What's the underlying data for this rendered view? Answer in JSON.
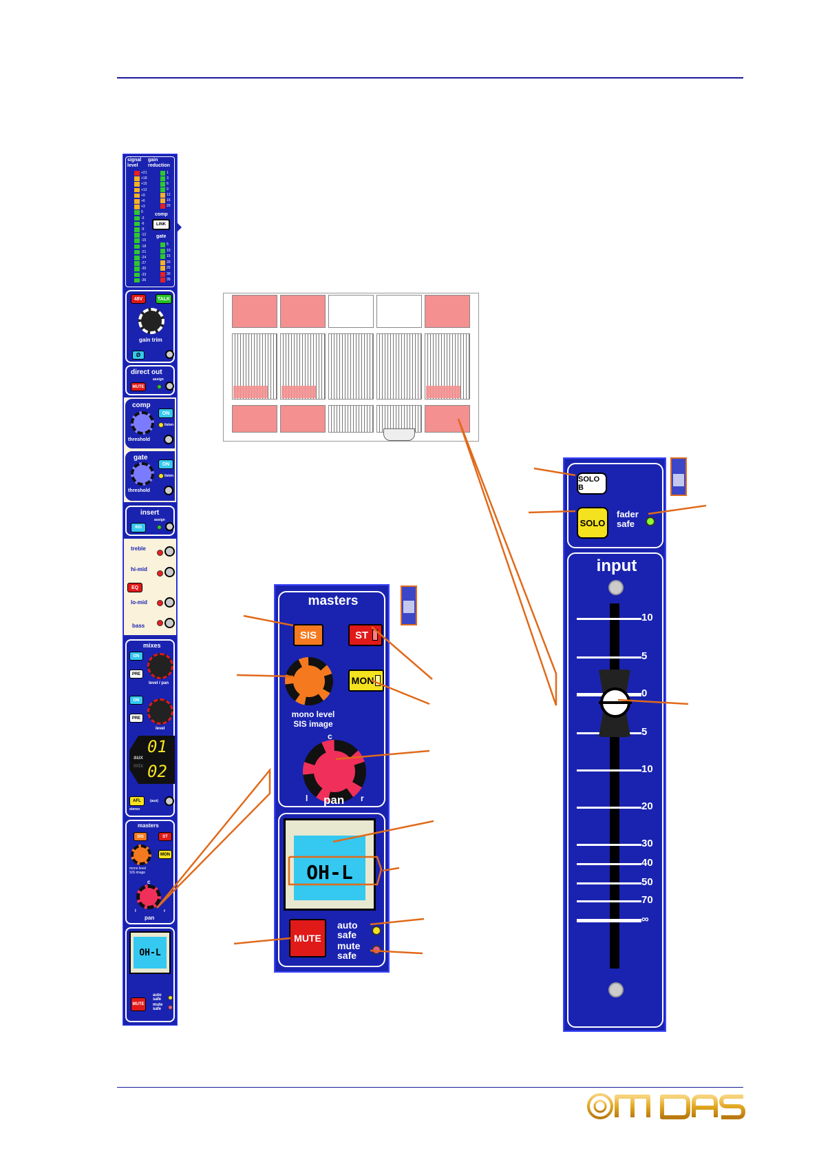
{
  "strip": {
    "meter_left_title": "signal\nlevel",
    "meter_right_title": "gain\nreduction",
    "signal_scale": [
      "+21",
      "+18",
      "+15",
      "+12",
      "+9",
      "+6",
      "+3",
      "0",
      "-3",
      "-6",
      "-9",
      "-12",
      "-15",
      "-18",
      "-21",
      "-24",
      "-27",
      "-30",
      "-33",
      "-36"
    ],
    "comp_scale": [
      "1",
      "3",
      "6",
      "9",
      "12",
      "15",
      "20"
    ],
    "gate_scale": [
      "5",
      "10",
      "15",
      "20",
      "25",
      "30",
      "35"
    ],
    "comp_label": "comp",
    "link_label": "LINK",
    "gate_meter_label": "gate",
    "phantom_label": "48V",
    "talk_label": "TALK",
    "gain_trim_label": "gain trim",
    "phase_label": "Ø",
    "direct_out_label": "direct out",
    "assign_label": "assign",
    "mute_label": "MUTE",
    "comp_section_label": "comp",
    "on_label": "ON",
    "listen_label": "listen",
    "threshold_label": "threshold",
    "gate_section_label": "gate",
    "insert_label": "insert",
    "ins_label": "INS",
    "treble_label": "treble",
    "himid_label": "hi-mid",
    "eq_label": "EQ",
    "lomid_label": "lo-mid",
    "bass_label": "bass",
    "mixes_label": "mixes",
    "pre_label": "PRE",
    "level_pan_label": "level / pan",
    "level_label": "level",
    "aux_label": "aux",
    "mtx_label": "mtx",
    "aux_num": "01",
    "mtx_num": "02",
    "afl_label": "AFL",
    "stereo_label": "stereo",
    "afl_aux_label": "(aux)",
    "masters_label": "masters",
    "sis_label": "SIS",
    "st_label": "ST",
    "mon_label": "MON",
    "mono_level_label": "mono level\nSIS image",
    "pan_label": "pan",
    "pan_c": "c",
    "pan_l": "l",
    "pan_r": "r",
    "display_text": "OH-L",
    "auto_safe_label": "auto\nsafe",
    "mute_safe_label": "mute\nsafe"
  },
  "masters_panel": {
    "title": "masters",
    "sis": "SIS",
    "st": "ST",
    "mon": "MON",
    "mono_level": "mono level\nSIS image",
    "pan_c": "c",
    "pan_l": "l",
    "pan_r": "r",
    "pan": "pan",
    "display": "OH-L",
    "mute": "MUTE",
    "auto_safe": "auto\nsafe",
    "mute_safe": "mute\nsafe"
  },
  "fader_panel": {
    "solo_b": "SOLO B",
    "solo": "SOLO",
    "fader_safe": "fader\nsafe",
    "title": "input",
    "scale": [
      "10",
      "5",
      "0",
      "5",
      "10",
      "20",
      "30",
      "40",
      "50",
      "70",
      "∞"
    ]
  },
  "colors": {
    "panel": "#1a23b0",
    "callout": "#e06a1a",
    "rule": "#1a1a99",
    "display": "#35c8f0"
  }
}
